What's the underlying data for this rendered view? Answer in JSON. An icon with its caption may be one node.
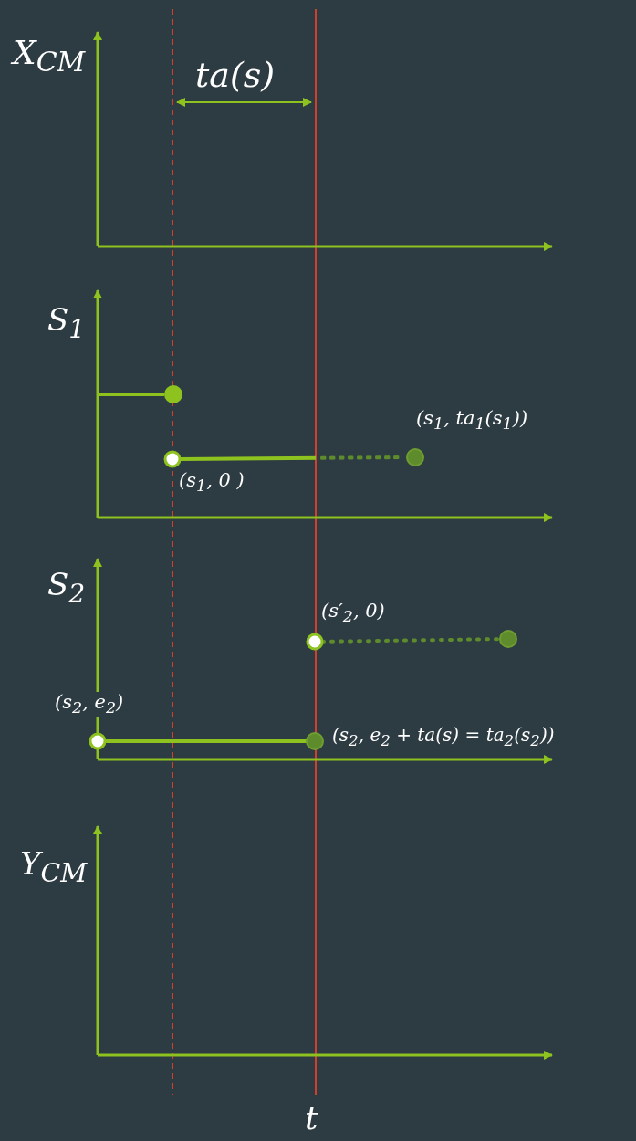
{
  "diagram": {
    "nodes": [
      {
        "text": [],
        "shape": "circle"
      },
      {
        "text": [],
        "shape": "circle",
        "beside": [
          "(s$_{1}$, 0 )"
        ]
      },
      {
        "text": [],
        "shape": "circle",
        "beside": [
          "(s$_{1}$, ta$_{1}$(s$_{1}$))"
        ]
      },
      {
        "text": [],
        "shape": "circle",
        "beside": [
          "(s′$_{2}$, 0)"
        ]
      },
      {
        "text": [],
        "shape": "circle"
      },
      {
        "text": [],
        "shape": "circle",
        "beside": [
          "(s$_{2}$, e$_{2}$)"
        ]
      },
      {
        "text": [],
        "shape": "circle",
        "beside": [
          "(s$_{2}$, e$_{2}$ + ta(s) = ta$_{2}$(s$_{2}$))"
        ]
      }
    ],
    "edges": [
      {
        "from": null,
        "to": 0,
        "arrow": "none"
      },
      {
        "from": 1,
        "to": 2,
        "arrow": "none"
      },
      {
        "from": 3,
        "to": 4,
        "arrow": "none",
        "style": "dashed",
        "color": "#5e8c2c"
      },
      {
        "from": 5,
        "to": 6,
        "arrow": "none"
      }
    ],
    "labels": [
      "X$_{CM}$",
      "ta(s)",
      "S$_{1}$",
      "S$_{2}$",
      "Y$_{CM}$",
      "t"
    ]
  }
}
